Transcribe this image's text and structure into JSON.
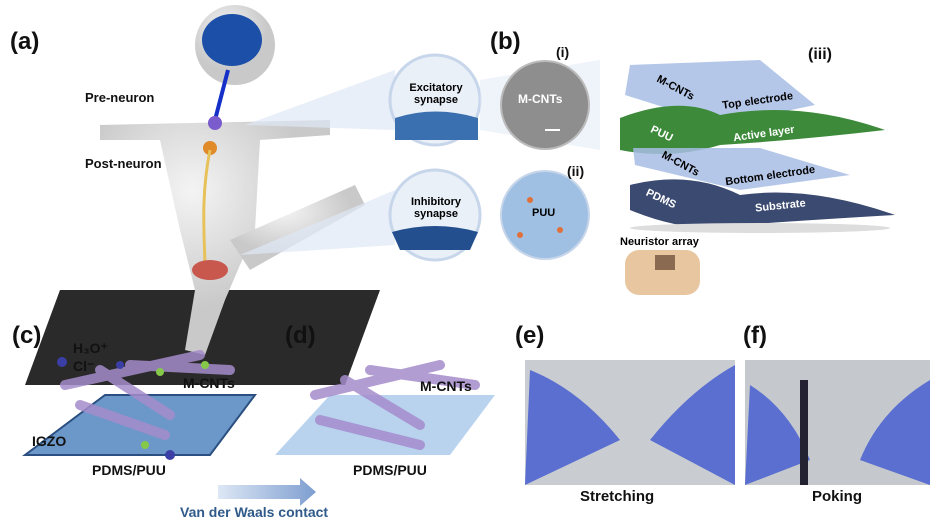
{
  "panels": {
    "a": {
      "label": "(a)",
      "pre_neuron": "Pre-neuron",
      "post_neuron": "Post-neuron",
      "excitatory": "Excitatory synapse",
      "inhibitory": "Inhibitory synapse"
    },
    "b": {
      "label": "(b)",
      "i": "(i)",
      "ii": "(ii)",
      "iii": "(iii)",
      "mcnts_circle": "M-CNTs",
      "puu_circle": "PUU",
      "layers": {
        "top_material": "M-CNTs",
        "top_role": "Top electrode",
        "active_material": "PUU",
        "active_role": "Active layer",
        "bottom_material": "M-CNTs",
        "bottom_role": "Bottom electrode",
        "substrate_material": "PDMS",
        "substrate_role": "Substrate"
      },
      "neuristor_array": "Neuristor array"
    },
    "c": {
      "label": "(c)",
      "h3o": "H₃O⁺",
      "cl": "Cl⁻",
      "mcnts": "M-CNTs",
      "igzo": "IGZO",
      "substrate": "PDMS/PUU"
    },
    "d": {
      "label": "(d)",
      "mcnts": "M-CNTs",
      "substrate": "PDMS/PUU"
    },
    "arrow_caption": "Van der Waals contact",
    "e": {
      "label": "(e)",
      "caption": "Stretching"
    },
    "f": {
      "label": "(f)",
      "caption": "Poking"
    }
  },
  "colors": {
    "active_layer": "#3d8a3a",
    "substrate": "#3b4a70",
    "electrode": "#9fb6e0",
    "cnt": "#a58ccc",
    "caption_blue": "#2f5a8a"
  }
}
